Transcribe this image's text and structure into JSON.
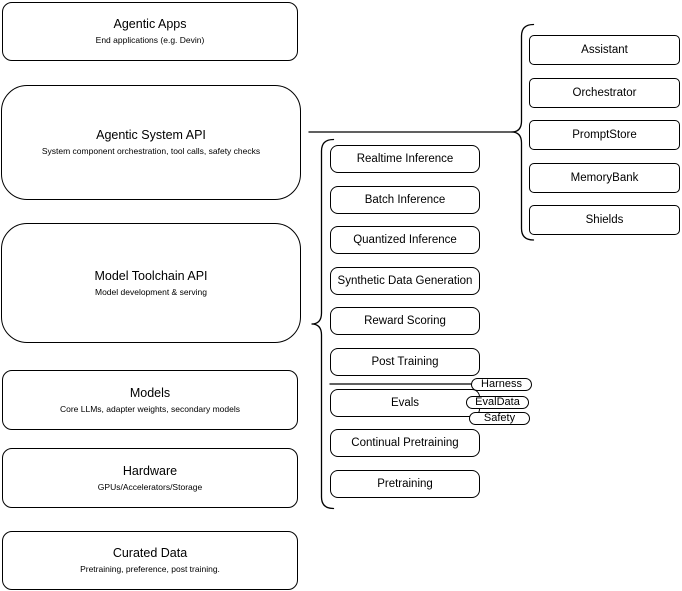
{
  "diagram": {
    "background": "#ffffff",
    "stroke_color": "#000000",
    "node_fill": "#ffffff",
    "left_column": [
      {
        "title": "Agentic Apps",
        "subtitle": "End applications (e.g. Devin)"
      },
      {
        "title": "Agentic System API",
        "subtitle": "System component orchestration, tool calls, safety checks"
      },
      {
        "title": "Model Toolchain API",
        "subtitle": "Model development & serving"
      },
      {
        "title": "Models",
        "subtitle": "Core LLMs, adapter weights, secondary models"
      },
      {
        "title": "Hardware",
        "subtitle": "GPUs/Accelerators/Storage"
      },
      {
        "title": "Curated Data",
        "subtitle": "Pretraining, preference, post training."
      }
    ],
    "toolchain_components": [
      "Realtime Inference",
      "Batch Inference",
      "Quantized Inference",
      "Synthetic Data Generation",
      "Reward Scoring",
      "Post Training",
      "Evals",
      "Continual Pretraining",
      "Pretraining"
    ],
    "eval_tags": [
      "Harness",
      "EvalData",
      "Safety"
    ],
    "system_components": [
      "Assistant",
      "Orchestrator",
      "PromptStore",
      "MemoryBank",
      "Shields"
    ]
  }
}
